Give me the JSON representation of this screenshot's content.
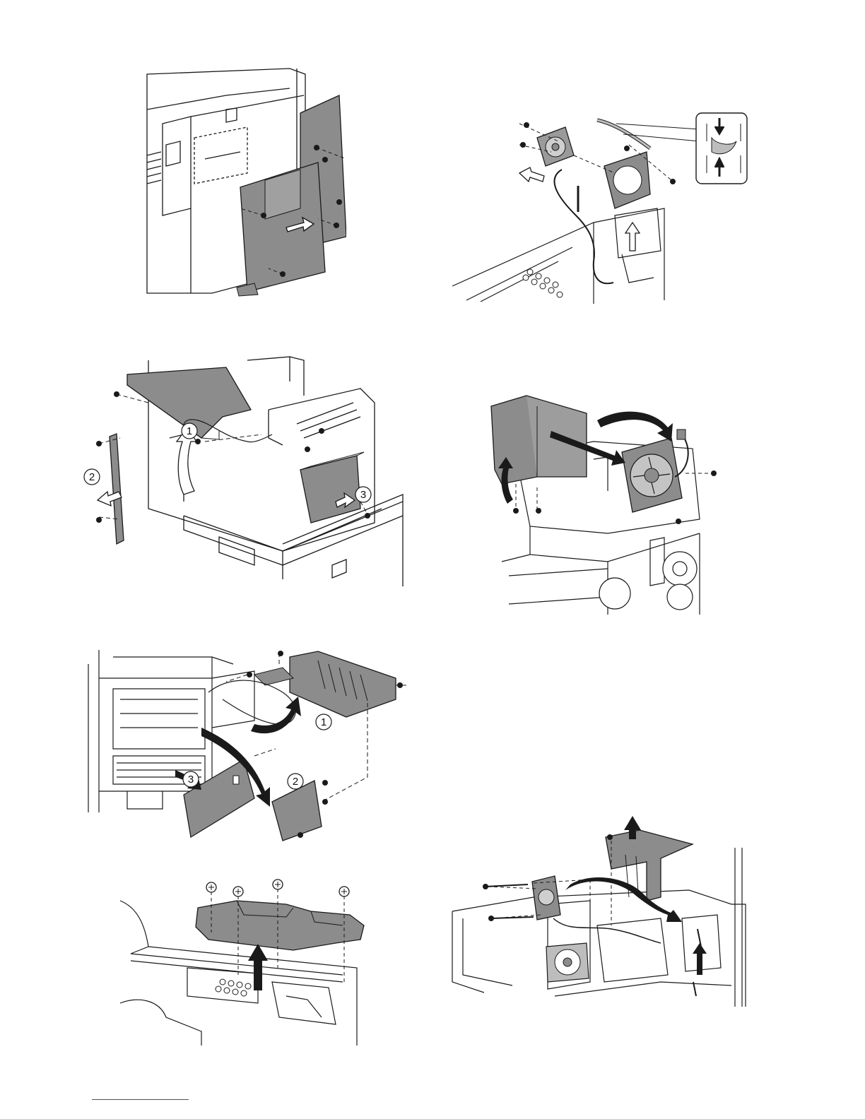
{
  "figures": [
    {
      "id": "fig-rear-cover",
      "callouts": []
    },
    {
      "id": "fig-fan-bracket",
      "callouts": []
    },
    {
      "id": "fig-upper-covers",
      "callouts": [
        "1",
        "2",
        "3"
      ]
    },
    {
      "id": "fig-duct-fan",
      "callouts": []
    },
    {
      "id": "fig-exit-covers",
      "callouts": [
        "1",
        "2",
        "3"
      ]
    },
    {
      "id": "fig-top-plate",
      "callouts": []
    },
    {
      "id": "fig-fan-removal",
      "callouts": []
    }
  ],
  "colors": {
    "line": "#1a1a1a",
    "part": "#8c8c8c",
    "part_light": "#bdbdbd",
    "fill_white": "#ffffff"
  }
}
